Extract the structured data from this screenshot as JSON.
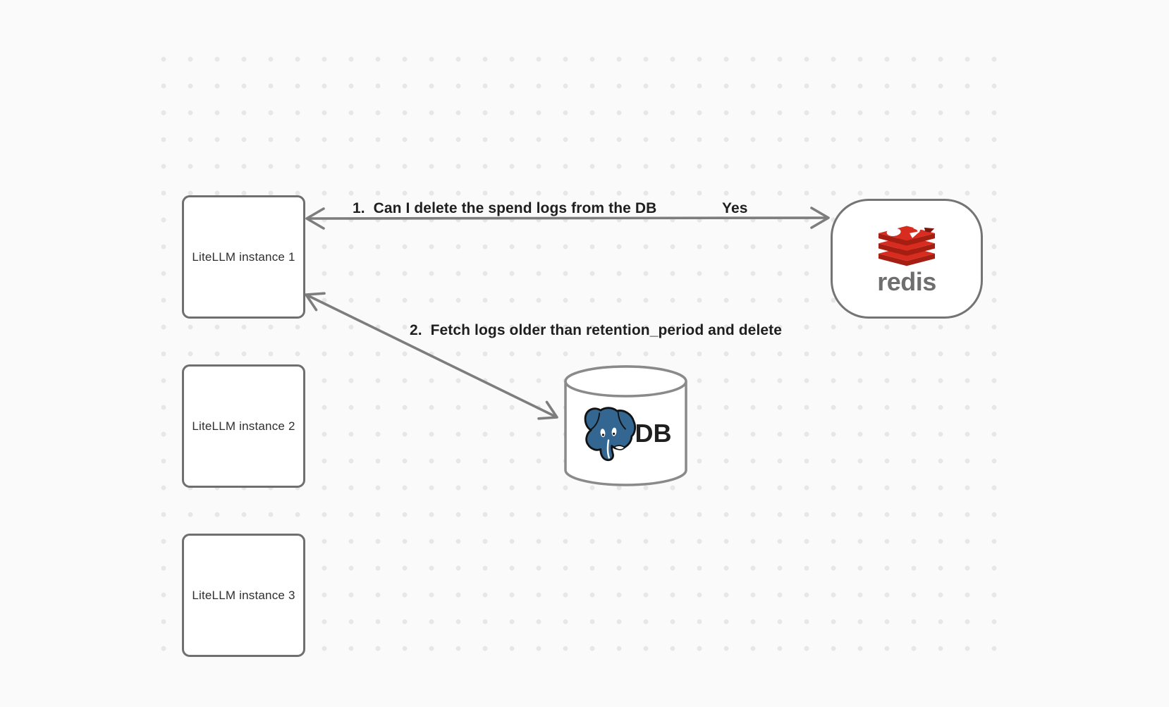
{
  "diagram": {
    "nodes": {
      "instance1": "LiteLLM instance 1",
      "instance2": "LiteLLM instance 2",
      "instance3": "LiteLLM instance 3",
      "redis_wordmark": "redis",
      "db_label": "DB"
    },
    "edges": {
      "edge1_label": "1.  Can I delete the spend logs from the DB",
      "edge1_answer": "Yes",
      "edge2_label": "2.  Fetch logs older than retention_period and delete"
    },
    "colors": {
      "canvas_bg": "#fafafa",
      "grid_dot": "#e7e7e7",
      "node_stroke": "#6f6f6f",
      "arrow_stroke": "#7d7d7d",
      "label_text": "#1f1f1f",
      "redis_red": "#d82c20",
      "redis_dark_red": "#a41e11",
      "redis_notch_red": "#7e150c",
      "redis_text_gray": "#6e6e6e",
      "postgres_blue": "#336791"
    }
  }
}
